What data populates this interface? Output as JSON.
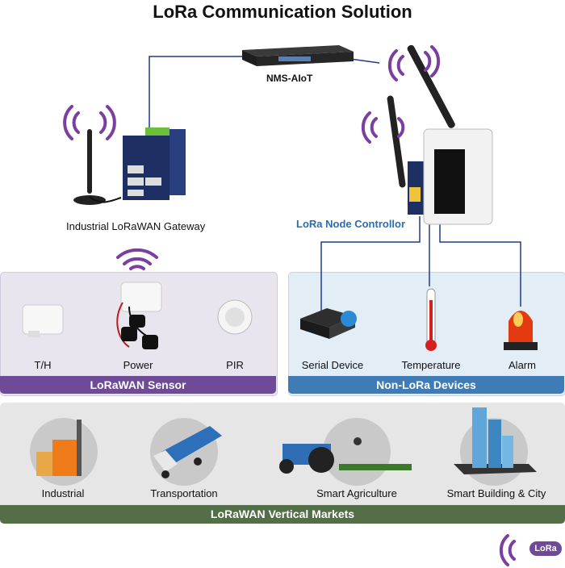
{
  "title": "LoRa Communication Solution",
  "nms_label": "NMS-AIoT",
  "gateway_label": "Industrial LoRaWAN Gateway",
  "node_controller_label": "LoRa Node Controllor",
  "sensor_panel": {
    "title": "LoRaWAN Sensor",
    "items": [
      "T/H",
      "Power",
      "PIR"
    ]
  },
  "nonlora_panel": {
    "title": "Non-LoRa Devices",
    "items": [
      "Serial Device",
      "Temperature",
      "Alarm"
    ]
  },
  "markets_panel": {
    "title": "LoRaWAN Vertical Markets",
    "items": [
      "Industrial",
      "Transportation",
      "Smart Agriculture",
      "Smart Building & City"
    ]
  },
  "badge": "LoRa",
  "colors": {
    "purple": "#6f4a96",
    "blue": "#3f7bb4",
    "green": "#546e47",
    "wave": "#7b3fa0",
    "link": "#1f3c88"
  }
}
